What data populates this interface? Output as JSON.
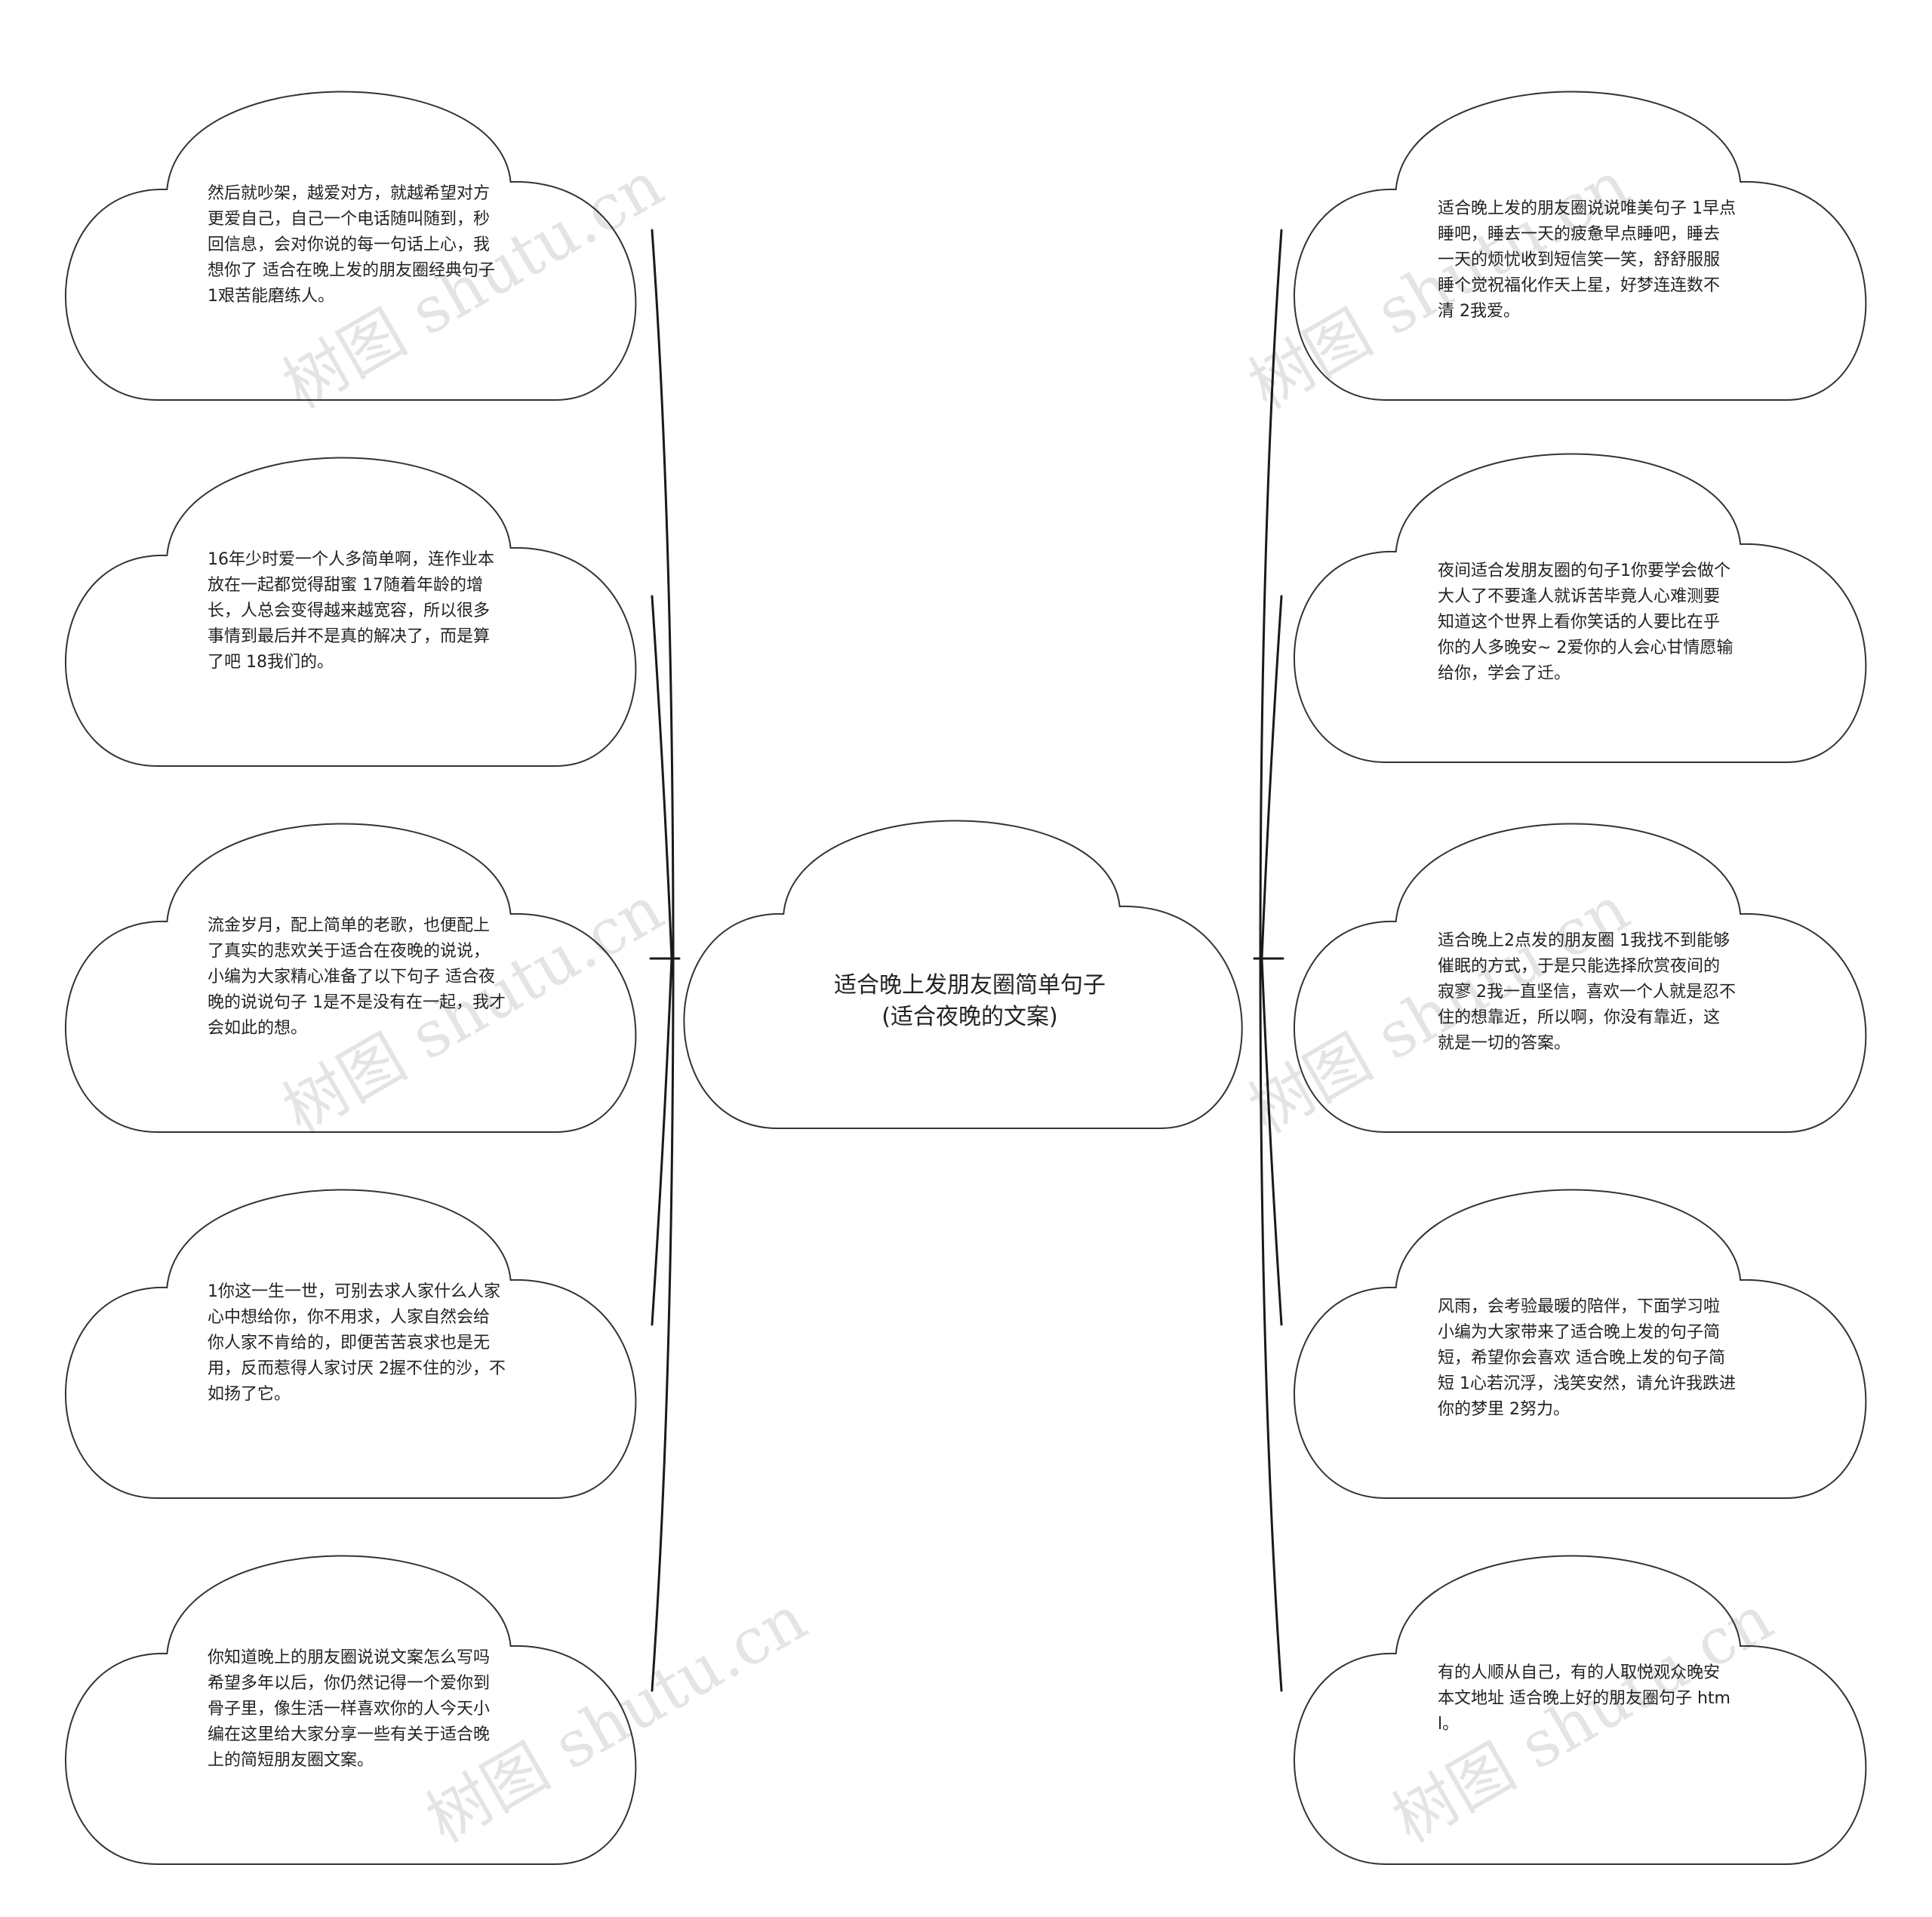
{
  "theme": {
    "stroke_color": "#333333",
    "fill_color": "#ffffff",
    "connector_color": "#1a1a1a",
    "text_color": "#222222"
  },
  "center": {
    "title": "适合晚上发朋友圈简单句子(适合夜晚的文案)"
  },
  "left_nodes": [
    {
      "text": "然后就吵架，越爱对方，就越希望对方更爱自己，自己一个电话随叫随到，秒回信息，会对你说的每一句话上心，我想你了 适合在晚上发的朋友圈经典句子 1艰苦能磨练人。"
    },
    {
      "text": "16年少时爱一个人多简单啊，连作业本放在一起都觉得甜蜜 17随着年龄的增长，人总会变得越来越宽容，所以很多事情到最后并不是真的解决了，而是算了吧 18我们的。"
    },
    {
      "text": "流金岁月，配上简单的老歌，也便配上了真实的悲欢关于适合在夜晚的说说，小编为大家精心准备了以下句子 适合夜晚的说说句子 1是不是没有在一起，我才会如此的想。"
    },
    {
      "text": "1你这一生一世，可别去求人家什么人家心中想给你，你不用求，人家自然会给你人家不肯给的，即便苦苦哀求也是无用，反而惹得人家讨厌 2握不住的沙，不如扬了它。"
    },
    {
      "text": "你知道晚上的朋友圈说说文案怎么写吗希望多年以后，你仍然记得一个爱你到骨子里，像生活一样喜欢你的人今天小编在这里给大家分享一些有关于适合晚上的简短朋友圈文案。"
    }
  ],
  "right_nodes": [
    {
      "text": "适合晚上发的朋友圈说说唯美句子 1早点睡吧，睡去一天的疲惫早点睡吧，睡去一天的烦忧收到短信笑一笑，舒舒服服睡个觉祝福化作天上星，好梦连连数不清 2我爱。"
    },
    {
      "text": "夜间适合发朋友圈的句子1你要学会做个大人了不要逢人就诉苦毕竟人心难测要知道这个世界上看你笑话的人要比在乎你的人多晚安~ 2爱你的人会心甘情愿输给你，学会了迁。"
    },
    {
      "text": "适合晚上2点发的朋友圈 1我找不到能够催眠的方式，于是只能选择欣赏夜间的寂寥 2我一直坚信，喜欢一个人就是忍不住的想靠近，所以啊，你没有靠近，这就是一切的答案。"
    },
    {
      "text": "风雨，会考验最暖的陪伴，下面学习啦小编为大家带来了适合晚上发的句子简短，希望你会喜欢 适合晚上发的句子简短 1心若沉浮，浅笑安然，请允许我跌进你的梦里 2努力。"
    },
    {
      "text": "有的人顺从自己，有的人取悦观众晚安 本文地址 适合晚上好的朋友圈句子 html。"
    }
  ],
  "watermarks": [
    {
      "text": "树图 shutu.cn"
    },
    {
      "text": "树图 shutu.cn"
    },
    {
      "text": "树图 shutu.cn"
    },
    {
      "text": "树图 shutu.cn"
    },
    {
      "text": "树图 shutu.cn"
    },
    {
      "text": "树图 shutu.cn"
    }
  ]
}
